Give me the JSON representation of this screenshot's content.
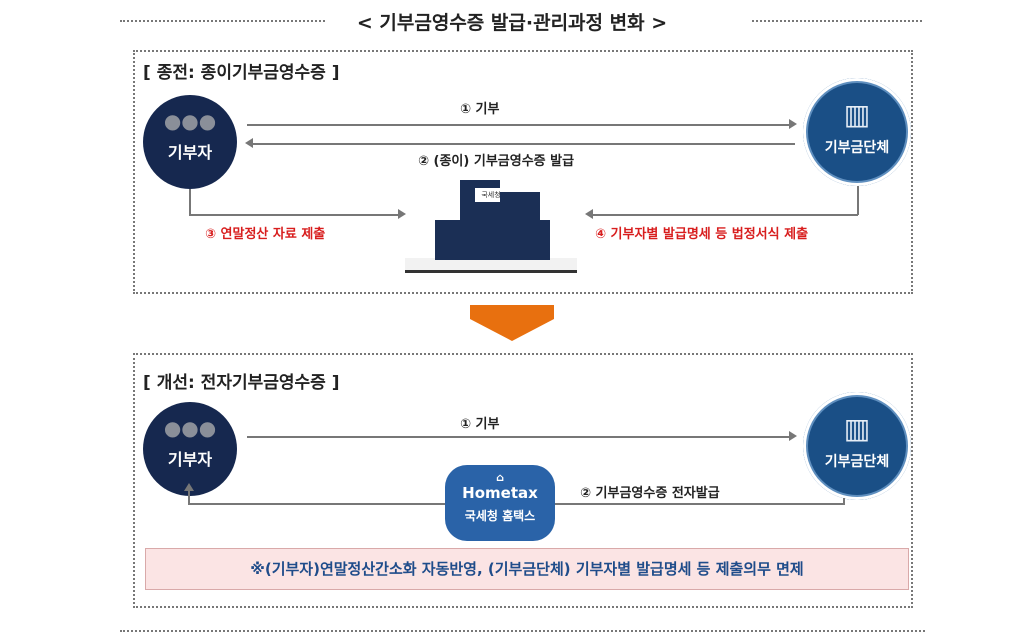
{
  "title": "< 기부금영수증 발급·관리과정 변화 >",
  "before": {
    "heading": "[ 종전: 종이기부금영수증 ]",
    "donor": "기부자",
    "org": "기부금단체",
    "step1": "① 기부",
    "step2": "② (종이) 기부금영수증 발급",
    "step3": "③ 연말정산 자료 제출",
    "step4": "④ 기부자별 발급명세 등 법정서식 제출",
    "agency_sign": "국세청"
  },
  "after": {
    "heading": "[ 개선: 전자기부금영수증 ]",
    "donor": "기부자",
    "org": "기부금단체",
    "step1": "① 기부",
    "step2": "② 기부금영수증 전자발급",
    "hometax_logo": "Hometax",
    "hometax_name": "국세청 홈택스",
    "note": "※(기부자)연말정산간소화  자동반영, (기부금단체) 기부자별 발급명세 등 제출의무 면제"
  },
  "colors": {
    "navy": "#16284f",
    "org_blue": "#1a4f86",
    "red": "#d81e1e",
    "orange": "#e8700f",
    "note_bg": "#fbe4e4"
  }
}
